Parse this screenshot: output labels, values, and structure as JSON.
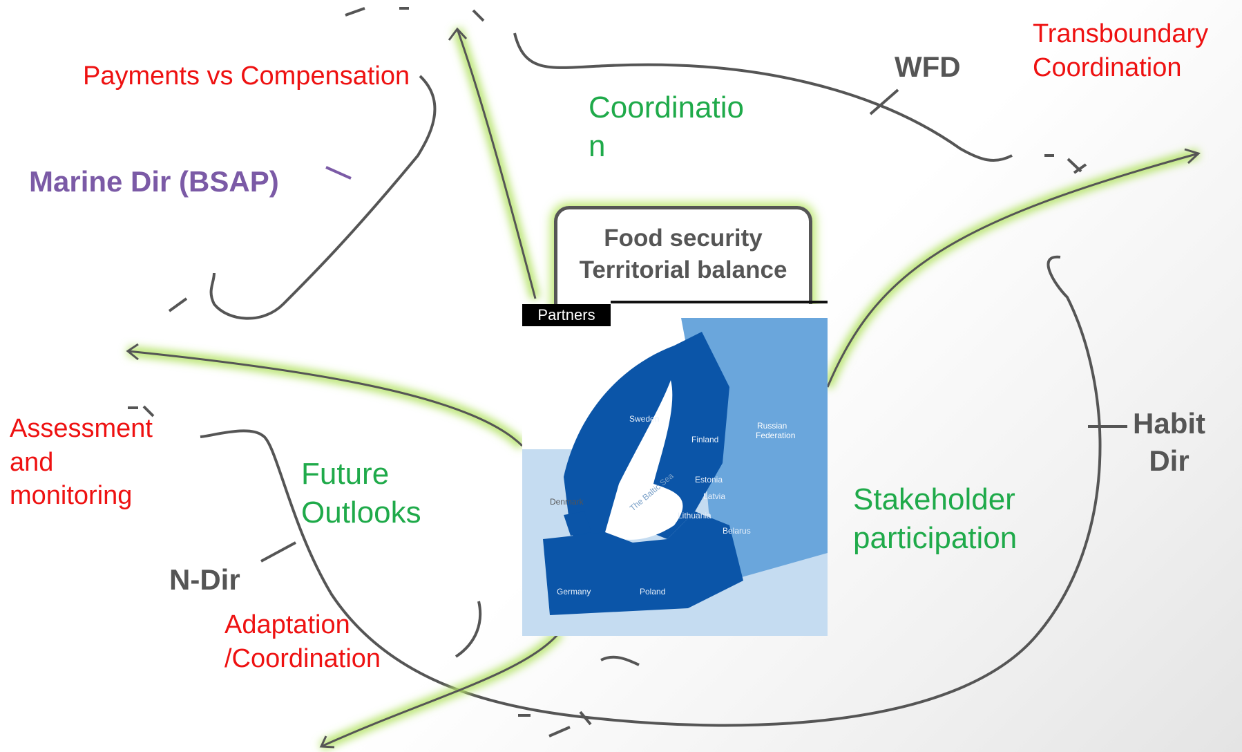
{
  "center": {
    "line1": "Food security",
    "line2": "Territorial balance"
  },
  "map": {
    "header": "Partners",
    "countries": [
      "Sweden",
      "Finland",
      "Russian",
      "Federation",
      "Estonia",
      "Latvia",
      "Lithuania",
      "Denmark",
      "The Baltic Sea",
      "Belarus",
      "Germany",
      "Poland"
    ]
  },
  "labels": {
    "payments": "Payments vs Compensation",
    "transboundary_1": "Transboundary",
    "transboundary_2": "Coordination",
    "wfd": "WFD",
    "coordination_1": "Coordinatio",
    "coordination_2": "n",
    "marine_dir": "Marine Dir (BSAP)",
    "assessment_1": "Assessment",
    "assessment_2": "and",
    "assessment_3": "monitoring",
    "future_1": "Future",
    "future_2": "Outlooks",
    "stakeholder_1": "Stakeholder",
    "stakeholder_2": "participation",
    "habit_1": "Habit",
    "habit_2": "Dir",
    "ndir": "N-Dir",
    "adaptation_1": "Adaptation",
    "adaptation_2": "/Coordination"
  },
  "colors": {
    "red_label": "#ee1111",
    "green_label": "#1faa4a",
    "gray_label": "#555555",
    "purple_label": "#7b5aa6",
    "arrow_glow": "#b6e36a",
    "map_dark": "#0b55a8",
    "map_mid": "#6aa6dc",
    "map_light": "#c5dcf1"
  }
}
